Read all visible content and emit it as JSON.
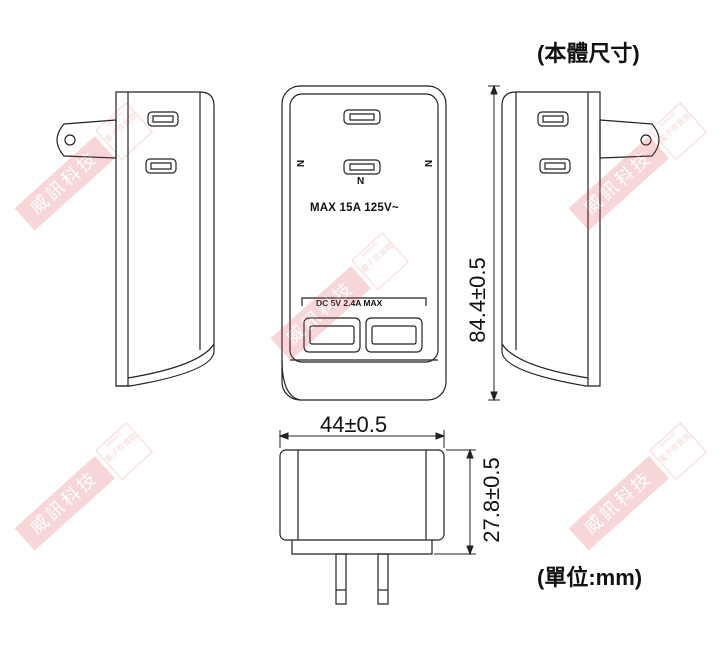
{
  "labels": {
    "title_top": "(本體尺寸)",
    "title_bottom": "(單位:mm)",
    "dim_width": "44±0.5",
    "dim_height": "84.4±0.5",
    "dim_depth": "27.8±0.5",
    "rating": "MAX 15A 125V~",
    "usb_rating": "DC 5V 2.4A MAX",
    "socket_mark": "N"
  },
  "watermark": {
    "main_text": "威訊科技",
    "side_small": "wistech",
    "side_big": "電子百貨館",
    "color": "#d84a4a"
  }
}
